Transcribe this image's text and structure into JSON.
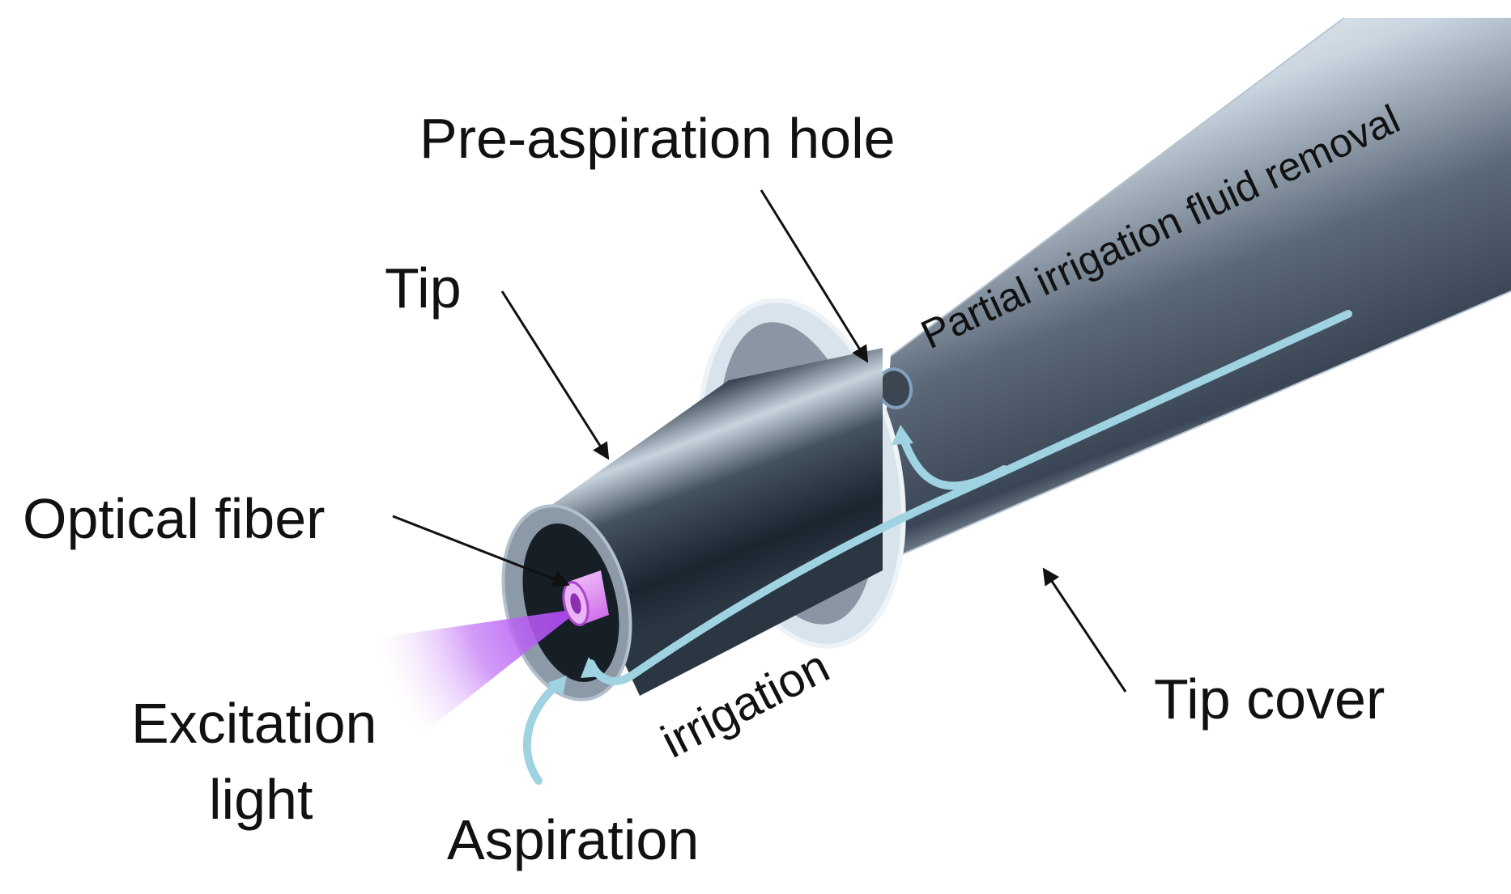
{
  "labels": {
    "pre_aspiration_hole": "Pre-aspiration hole",
    "partial_removal": "Partial irrigation fluid removal",
    "tip": "Tip",
    "optical_fiber": "Optical fiber",
    "excitation_light_line1": "Excitation",
    "excitation_light_line2": "light",
    "aspiration": "Aspiration",
    "irrigation": "irrigation",
    "tip_cover": "Tip cover"
  },
  "colors": {
    "fluid_path": "#9fd3e2",
    "excitation_light": "#b04cf0",
    "optical_fiber": "#e39bf2",
    "tip_dark": "#1f2a35",
    "tip_light": "#c5d3df",
    "cover_dark": "#3d4a58",
    "cover_light": "#d6e1ea"
  }
}
